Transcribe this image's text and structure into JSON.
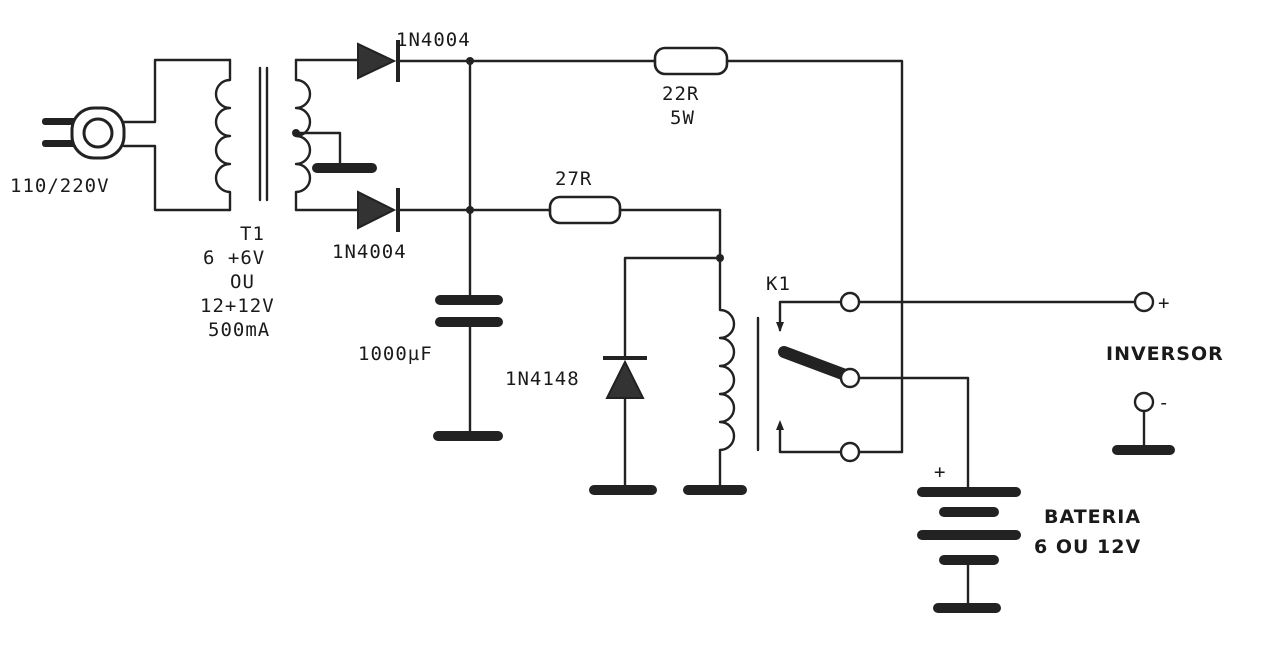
{
  "labels": {
    "plug_voltage": "110/220V",
    "transformer_name": "T1",
    "transformer_line1": "6 +6V",
    "transformer_line2": "OU",
    "transformer_line3": "12+12V",
    "transformer_line4": "500mA",
    "diode_top": "1N4004",
    "diode_bottom": "1N4004",
    "resistor_22r": "22R",
    "resistor_22r_power": "5W",
    "resistor_27r": "27R",
    "capacitor": "1000µF",
    "diode_1n4148": "1N4148",
    "relay": "K1",
    "inversor": "INVERSOR",
    "inversor_plus": "+",
    "inversor_minus": "-",
    "battery_title": "BATERIA",
    "battery_spec": "6 OU 12V",
    "battery_plus": "+"
  }
}
